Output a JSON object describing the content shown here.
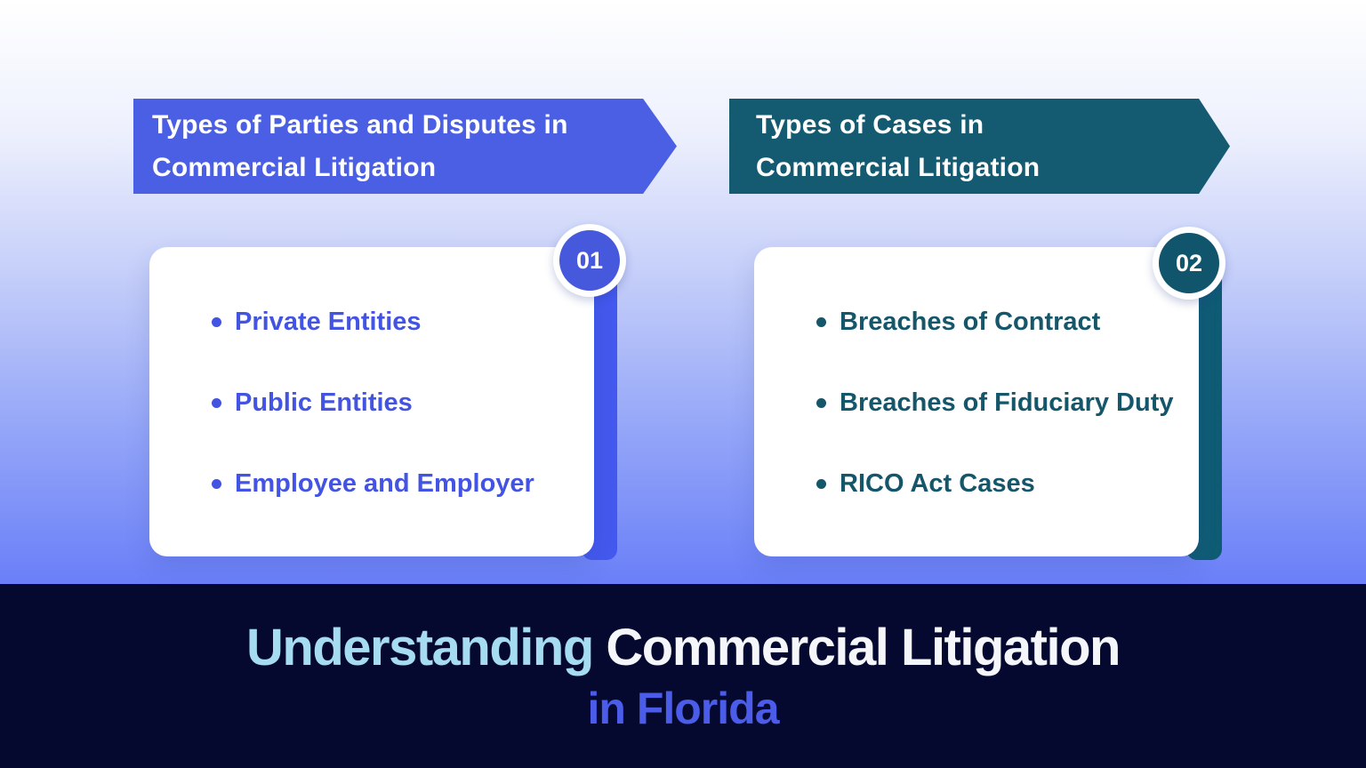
{
  "colors": {
    "banner_blue": "#4a5fe4",
    "banner_teal": "#145a70",
    "accent_bar_blue": "#4459ef",
    "accent_bar_teal": "#0f5c74",
    "badge_blue": "#4659dd",
    "badge_teal": "#11556c",
    "list_text_blue": "#4353e2",
    "list_text_teal": "#15566b",
    "footer_navy": "#05092f",
    "title_highlight": "#a5dcf2",
    "title_white": "#f5f6fa",
    "title_blue": "#4a5ce8",
    "gradient_top": "#ffffff",
    "gradient_bottom": "#6a7ff8"
  },
  "cards": [
    {
      "header_line1": "Types of Parties and Disputes in",
      "header_line2": "Commercial Litigation",
      "badge": "01",
      "items": [
        "Private Entities",
        "Public Entities",
        "Employee and Employer"
      ]
    },
    {
      "header_line1": "Types of Cases in",
      "header_line2": "Commercial Litigation",
      "badge": "02",
      "items": [
        "Breaches of Contract",
        "Breaches of Fiduciary Duty",
        "RICO Act Cases"
      ]
    }
  ],
  "footer": {
    "title_highlight": "Understanding",
    "title_rest": "Commercial Litigation",
    "subtitle": "in Florida"
  }
}
